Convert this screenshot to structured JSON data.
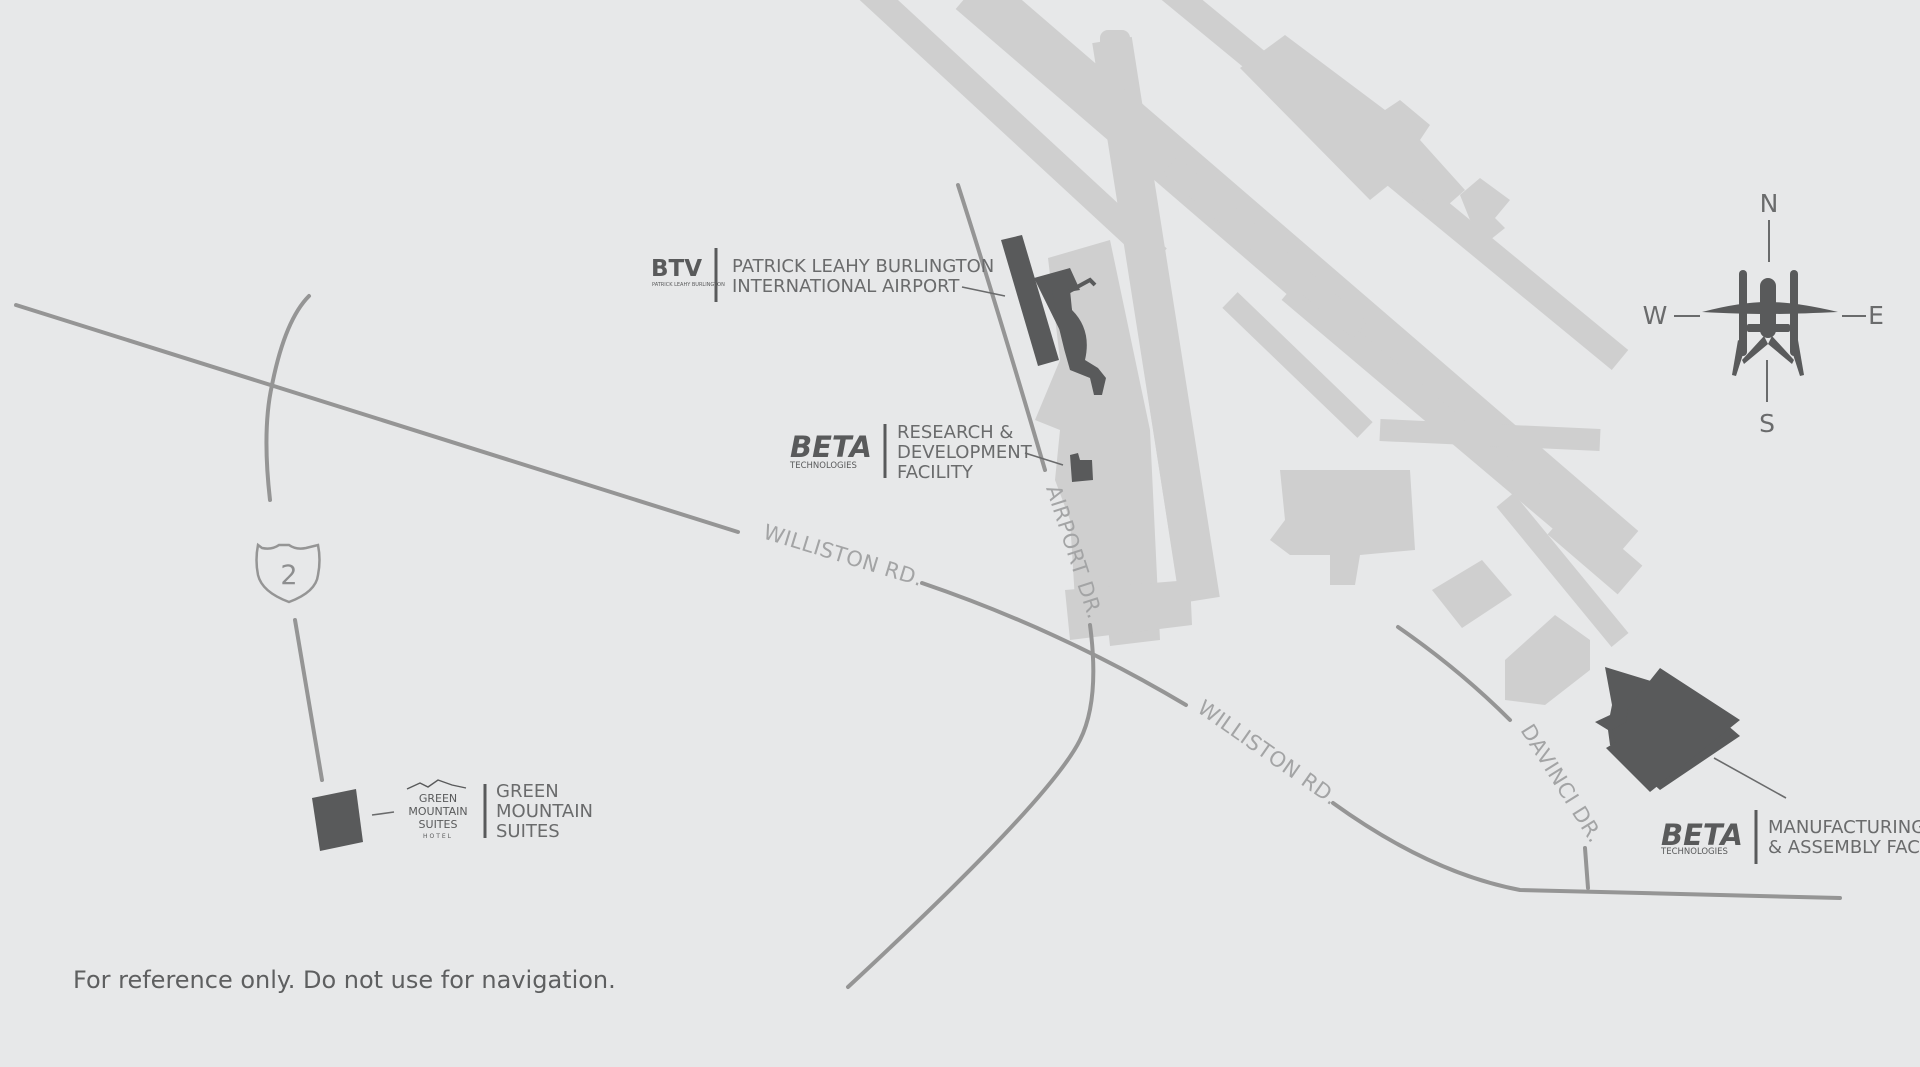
{
  "map": {
    "background_color": "#e7e8e9",
    "road_color": "#959595",
    "airfield_color": "#cfcfcf",
    "building_color": "#595a5b",
    "route_shield": "2",
    "streets": {
      "williston_1": "WILLISTON RD.",
      "williston_2": "WILLISTON RD.",
      "airport_dr": "AIRPORT DR.",
      "davinci_dr": "DAVINCI DR."
    },
    "locations": {
      "airport": {
        "logo": "BTV",
        "logo_subtext": "PATRICK LEAHY BURLINGTON",
        "line1": "PATRICK LEAHY BURLINGTON",
        "line2": "INTERNATIONAL AIRPORT"
      },
      "rnd": {
        "logo": "BETA",
        "logo_subtext": "TECHNOLOGIES",
        "line1": "RESEARCH &",
        "line2": "DEVELOPMENT",
        "line3": "FACILITY"
      },
      "hotel": {
        "logo_lines": [
          "GREEN",
          "MOUNTAIN",
          "SUITES",
          "HOTEL"
        ],
        "line1": "GREEN",
        "line2": "MOUNTAIN",
        "line3": "SUITES"
      },
      "manufacturing": {
        "logo": "BETA",
        "logo_subtext": "TECHNOLOGIES",
        "line1": "MANUFACTURING",
        "line2": "& ASSEMBLY FACIL"
      }
    },
    "compass": {
      "north": "N",
      "south": "S",
      "east": "E",
      "west": "W",
      "icon": "aircraft-compass-icon"
    },
    "disclaimer": "For reference only. Do not use for navigation."
  }
}
